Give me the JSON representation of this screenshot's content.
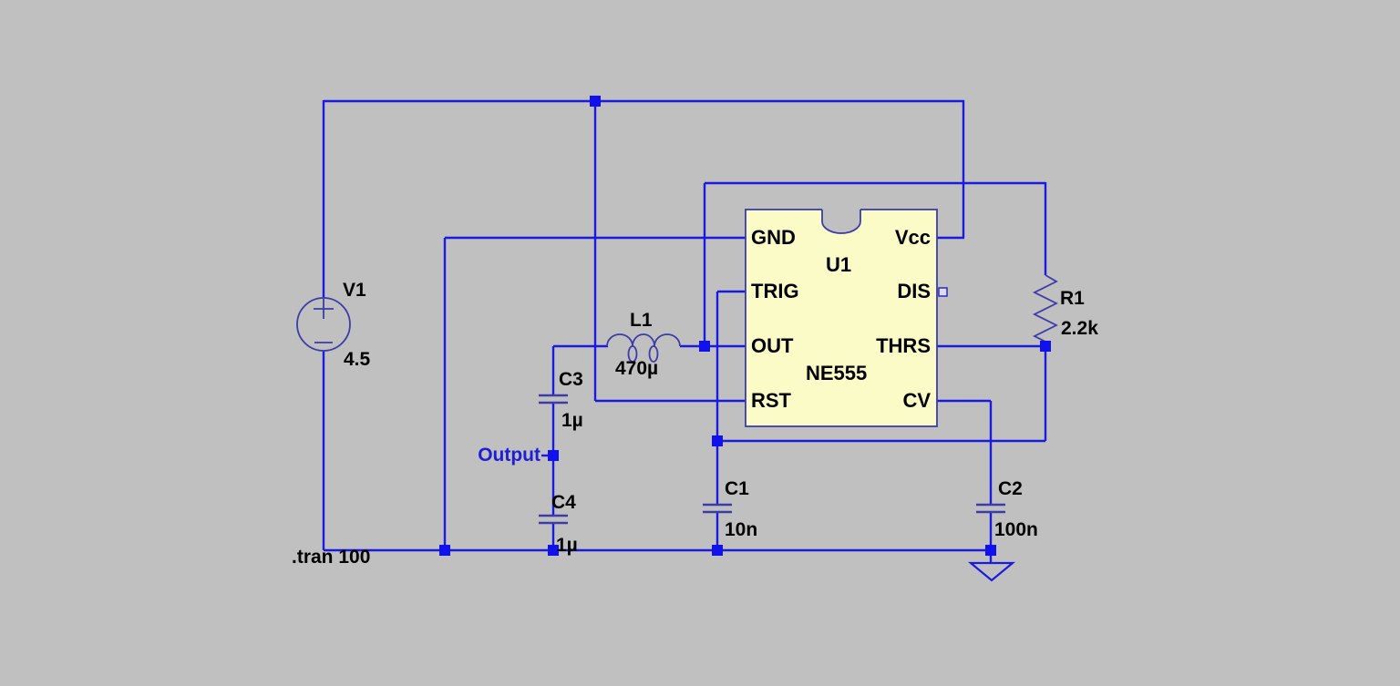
{
  "app": {
    "type": "circuit-schematic",
    "background": "#C0C0C0"
  },
  "colors": {
    "wire": "#1A1AE0",
    "junction": "#1111EE",
    "symbol": "#3C3CA8",
    "ic_fill": "#FBFBC8",
    "text": "#000000",
    "net_label": "#1E1ED2"
  },
  "directive": ".tran 100",
  "net_label": "Output",
  "components": {
    "v1": {
      "name": "V1",
      "value": "4.5"
    },
    "l1": {
      "name": "L1",
      "value": "470µ"
    },
    "c1": {
      "name": "C1",
      "value": "10n"
    },
    "c2": {
      "name": "C2",
      "value": "100n"
    },
    "c3": {
      "name": "C3",
      "value": "1µ"
    },
    "c4": {
      "name": "C4",
      "value": "1µ"
    },
    "r1": {
      "name": "R1",
      "value": "2.2k"
    },
    "u1": {
      "name": "U1",
      "part": "NE555",
      "pins_left": [
        "GND",
        "TRIG",
        "OUT",
        "RST"
      ],
      "pins_right": [
        "Vcc",
        "DIS",
        "THRS",
        "CV"
      ]
    }
  }
}
